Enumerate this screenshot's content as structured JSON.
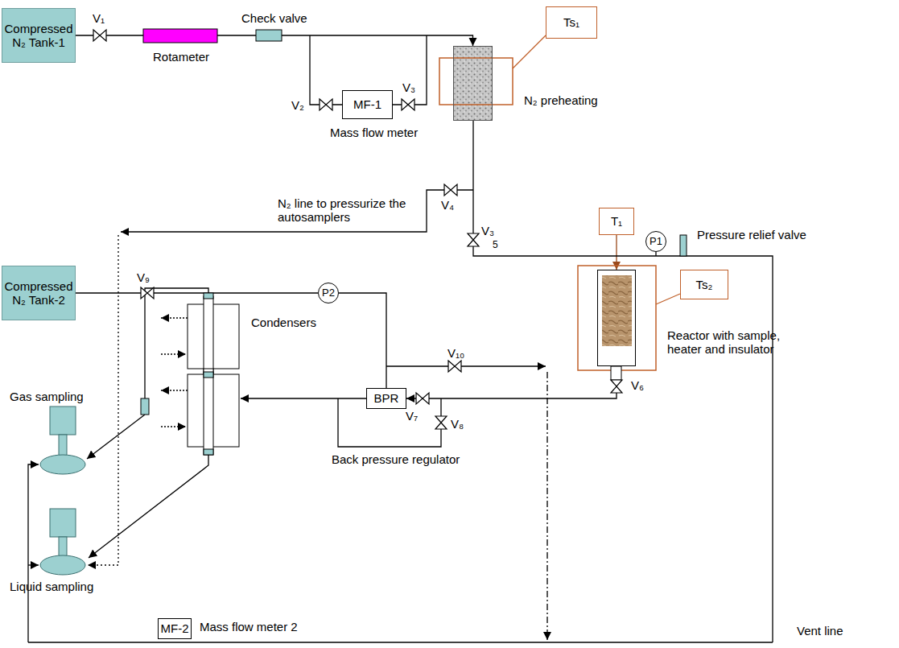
{
  "diagram": {
    "nodes": [
      {
        "text": [
          "Compressed N₂ Tank-1"
        ]
      },
      {
        "text": [
          "MF-1"
        ]
      },
      {
        "text": [
          "Ts₁"
        ]
      },
      {
        "text": [
          "N₂ preheating"
        ]
      },
      {
        "text": [
          "T₁"
        ]
      },
      {
        "text": [
          "P1"
        ]
      },
      {
        "text": [
          "Ts₂"
        ]
      },
      {
        "text": [
          "Compressed N₂ Tank-2"
        ]
      },
      {
        "text": [
          "P2"
        ]
      },
      {
        "text": [
          "Reactor with sample, heater and insulator"
        ]
      },
      {
        "text": [
          "BPR"
        ]
      },
      {
        "text": [
          "MF-2"
        ]
      }
    ],
    "edges": [
      {
        "from": 0,
        "to": 3,
        "arrow": "to"
      },
      {
        "from": 4,
        "to": 9,
        "arrow": "to"
      },
      {
        "from": 7,
        "to": 8,
        "arrow": "none"
      },
      {
        "from": 8,
        "to": 10,
        "arrow": "none"
      },
      {
        "from": 9,
        "to": 10,
        "arrow": "to"
      }
    ],
    "labels": [
      "V₁",
      "Rotameter",
      "Check valve",
      "V₂",
      "V₃",
      "Mass flow meter",
      "N₂ line to pressurize the autosamplers",
      "V₄",
      "V₃",
      "5",
      "Pressure relief valve",
      "V₉",
      "Condensers",
      "V₁₀",
      "Gas sampling",
      "V₆",
      "V₇",
      "V₈",
      "Back pressure regulator",
      "Liquid sampling",
      "Mass flow meter 2",
      "Vent line"
    ]
  }
}
